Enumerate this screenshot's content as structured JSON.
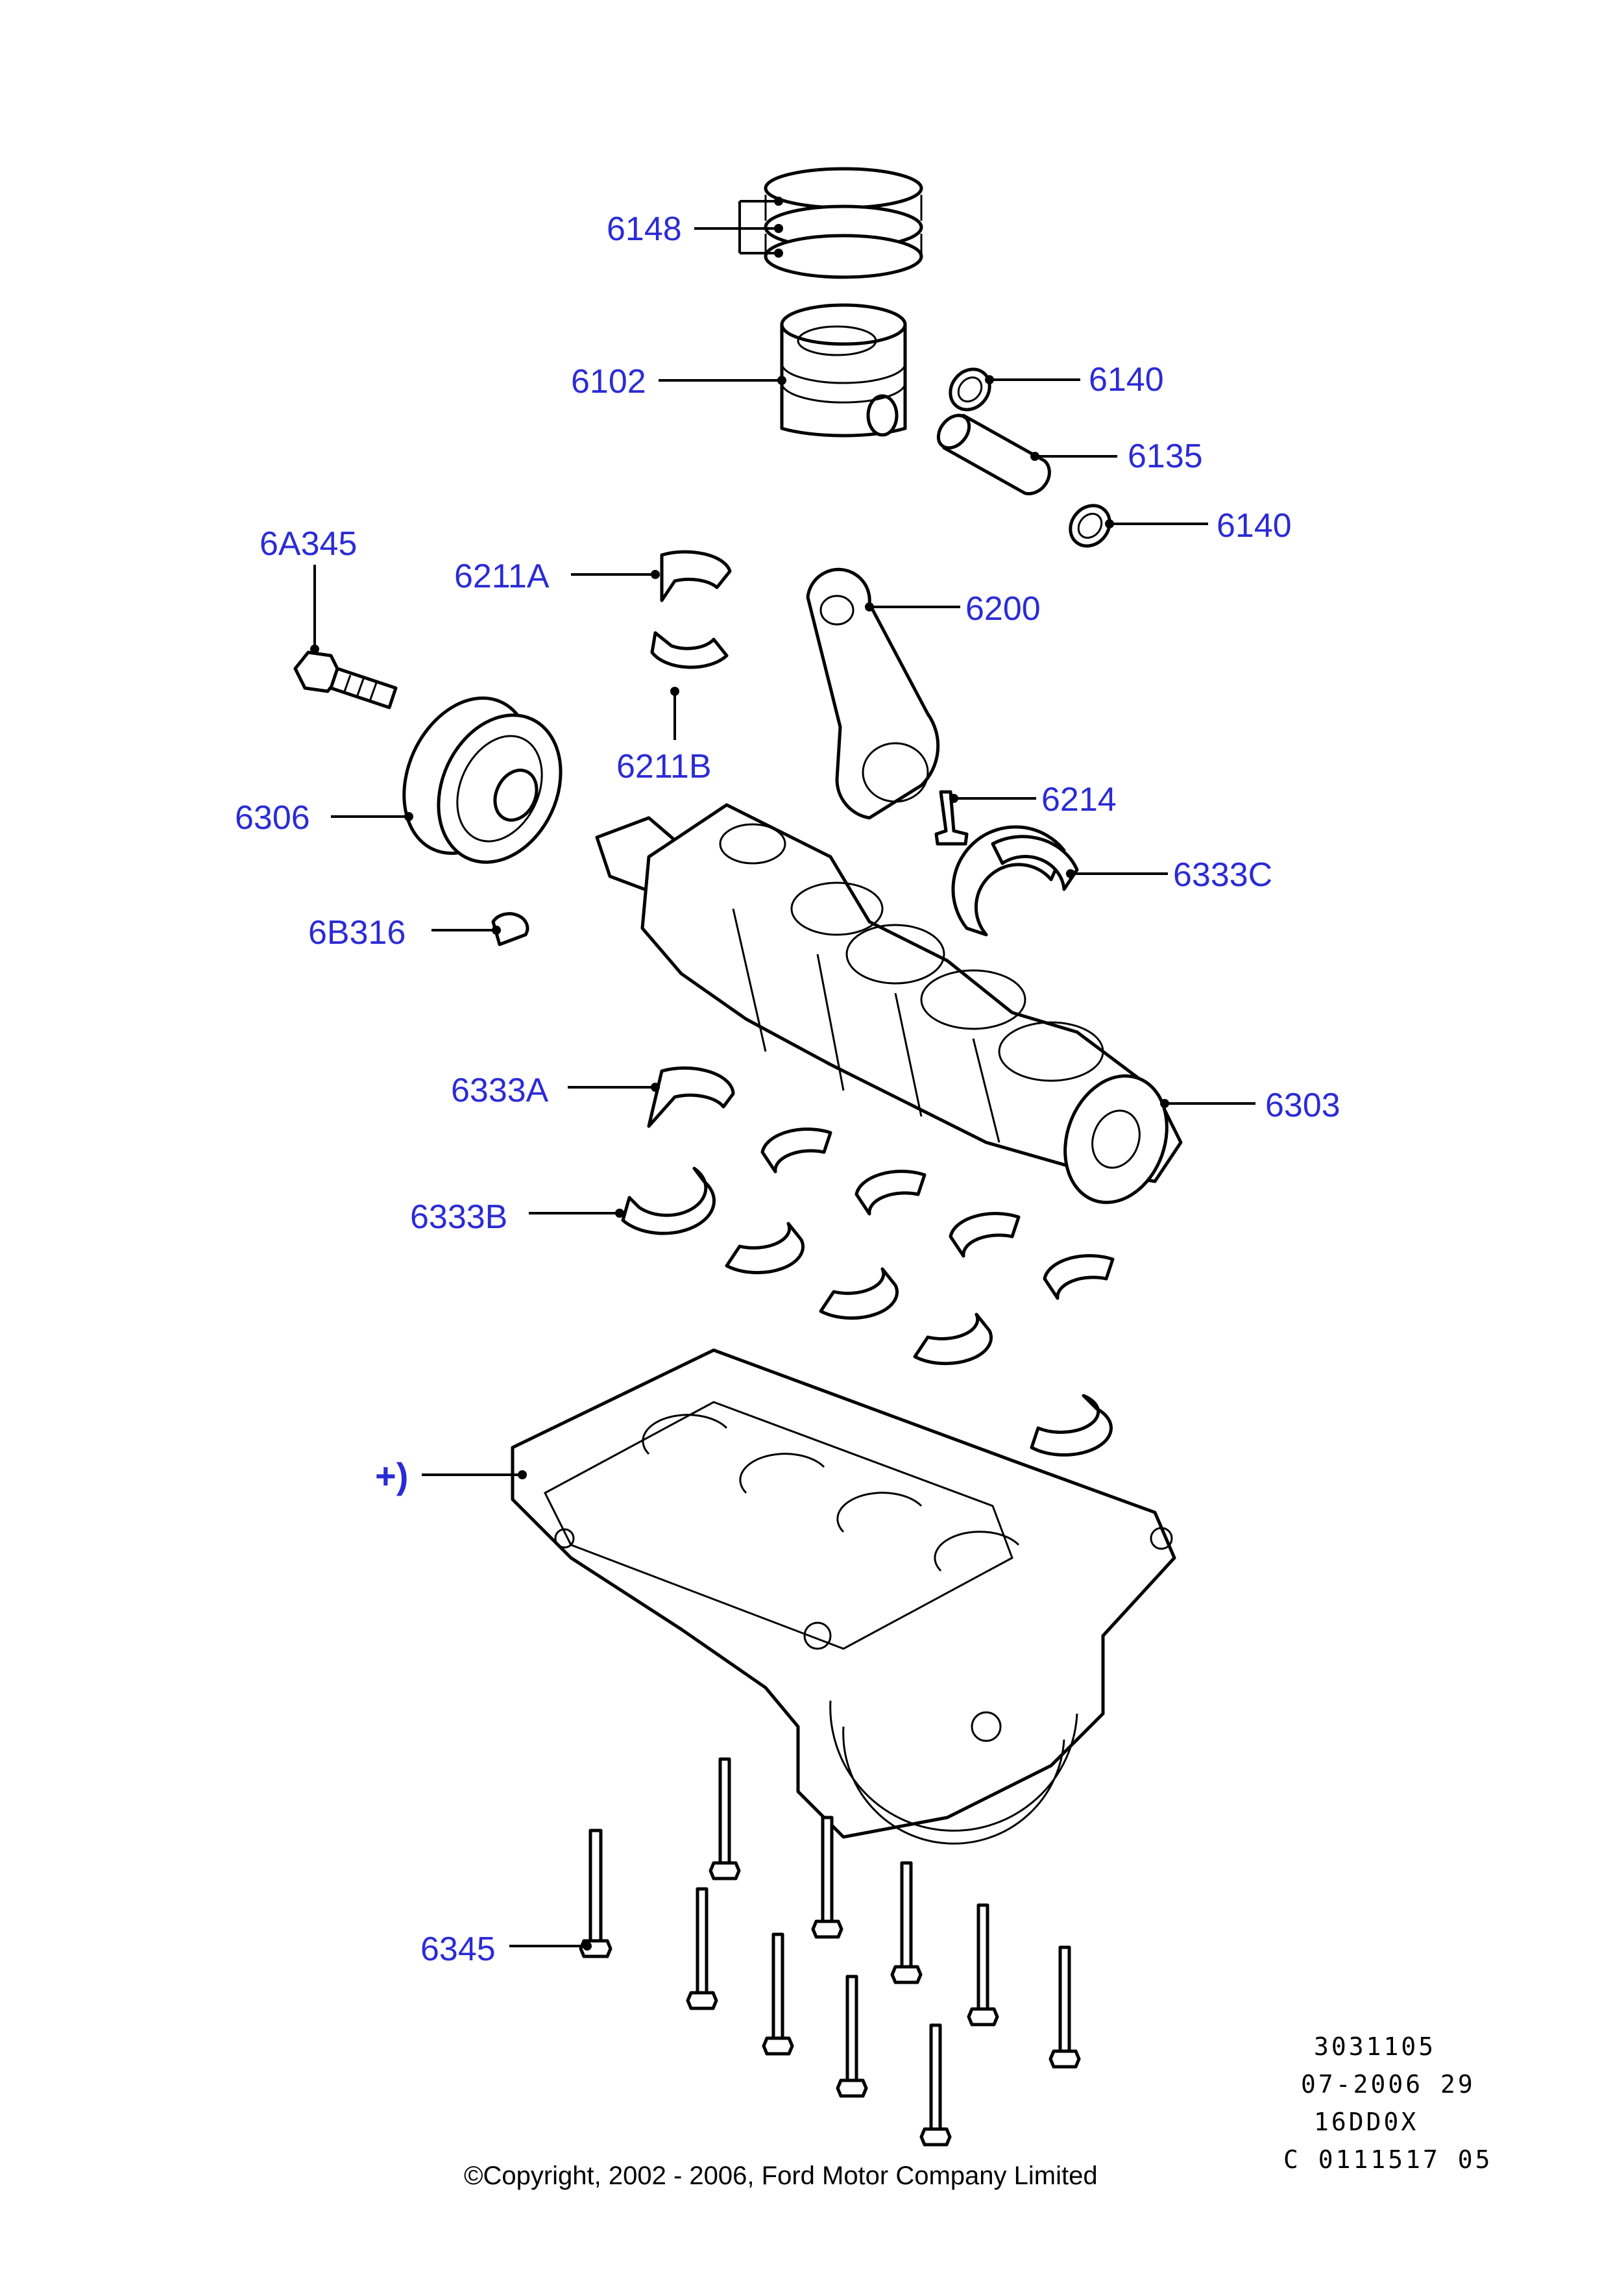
{
  "labels": {
    "p6148": "6148",
    "p6102": "6102",
    "p6140a": "6140",
    "p6135": "6135",
    "p6140b": "6140",
    "p6A345": "6A345",
    "p6211A": "6211A",
    "p6200": "6200",
    "p6211B": "6211B",
    "p6306": "6306",
    "p6214": "6214",
    "p6333C": "6333C",
    "p6B316": "6B316",
    "p6333A": "6333A",
    "p6303": "6303",
    "p6333B": "6333B",
    "plus": "+)",
    "p6345": "6345"
  },
  "meta": {
    "line1": "3031105",
    "line2": "07-2006 29",
    "line3": "16DD0X",
    "line4": "C 0111517 05"
  },
  "copyright": "©Copyright, 2002 - 2006, Ford Motor Company Limited",
  "colors": {
    "label": "#2b2bd6",
    "line": "#000000"
  }
}
